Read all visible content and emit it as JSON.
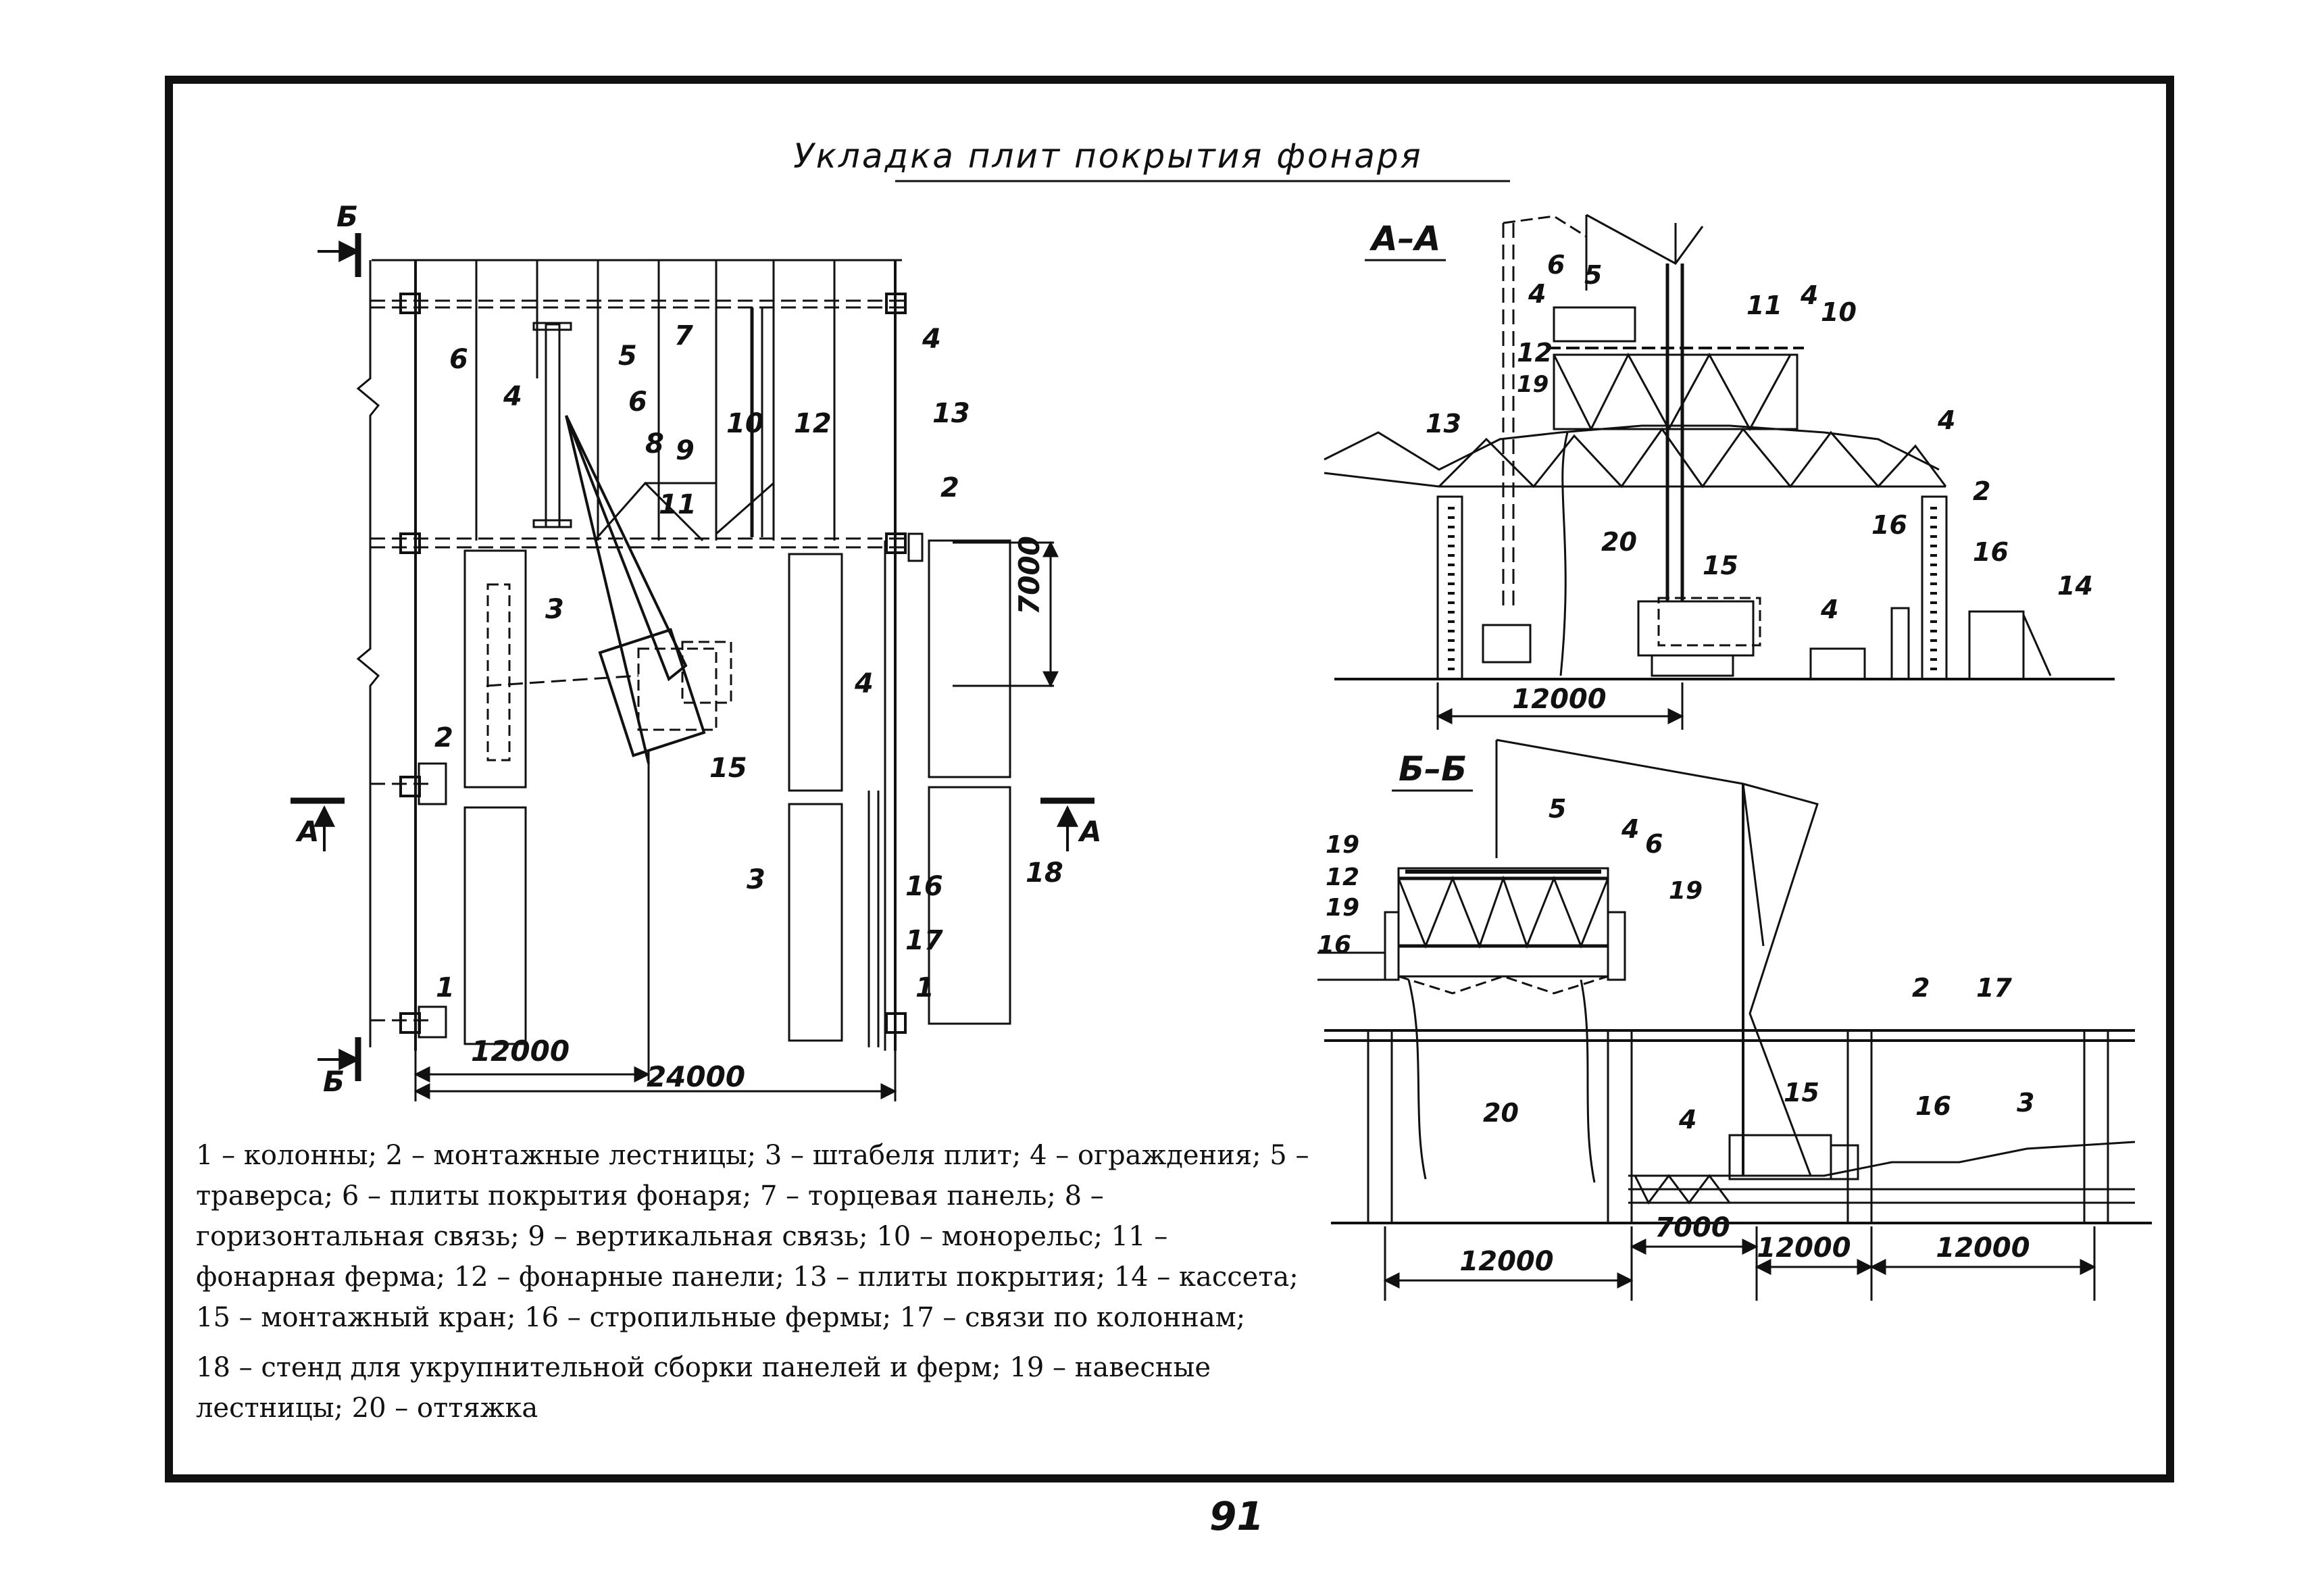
{
  "title": "Укладка плит покрытия фонаря",
  "page_number": "91",
  "sections": {
    "a": "А–А",
    "b": "Б–Б"
  },
  "section_markers": {
    "b_top": "Б",
    "b_bottom": "Б",
    "a_left": "А",
    "a_right": "А"
  },
  "plan": {
    "dims": [
      "7000",
      "12000",
      "24000"
    ],
    "labels": [
      "6",
      "7",
      "5",
      "4",
      "6",
      "4",
      "13",
      "8",
      "9",
      "10",
      "12",
      "2",
      "11",
      "3",
      "15",
      "4",
      "2",
      "3",
      "16",
      "17",
      "18",
      "1",
      "1"
    ]
  },
  "section_aa": {
    "dims": [
      "12000"
    ],
    "labels": [
      "6",
      "5",
      "11",
      "4",
      "10",
      "4",
      "12",
      "19",
      "13",
      "4",
      "2",
      "16",
      "20",
      "15",
      "16",
      "14",
      "4"
    ]
  },
  "section_bb": {
    "dims": [
      "12000",
      "7000",
      "12000",
      "12000"
    ],
    "labels": [
      "5",
      "4",
      "6",
      "19",
      "12",
      "19",
      "19",
      "16",
      "2",
      "17",
      "20",
      "4",
      "15",
      "16",
      "3"
    ]
  },
  "legend": {
    "lines": [
      "1 – колонны; 2 – монтажные лестницы; 3 – штабеля плит; 4 – ограждения; 5 – траверса; 6 – плиты покрытия фонаря; 7 – торцевая панель; 8 – горизонтальная связь; 9 – вертикальная связь; 10 – монорельс; 11 – фонарная ферма; 12 – фонарные панели; 13 – плиты покрытия; 14 – кассета; 15 – монтажный кран; 16 – стропильные фермы; 17 – связи по колоннам;",
      "18 – стенд для укрупнительной сборки панелей и ферм; 19 – навесные лестницы; 20 – оттяжка"
    ]
  }
}
